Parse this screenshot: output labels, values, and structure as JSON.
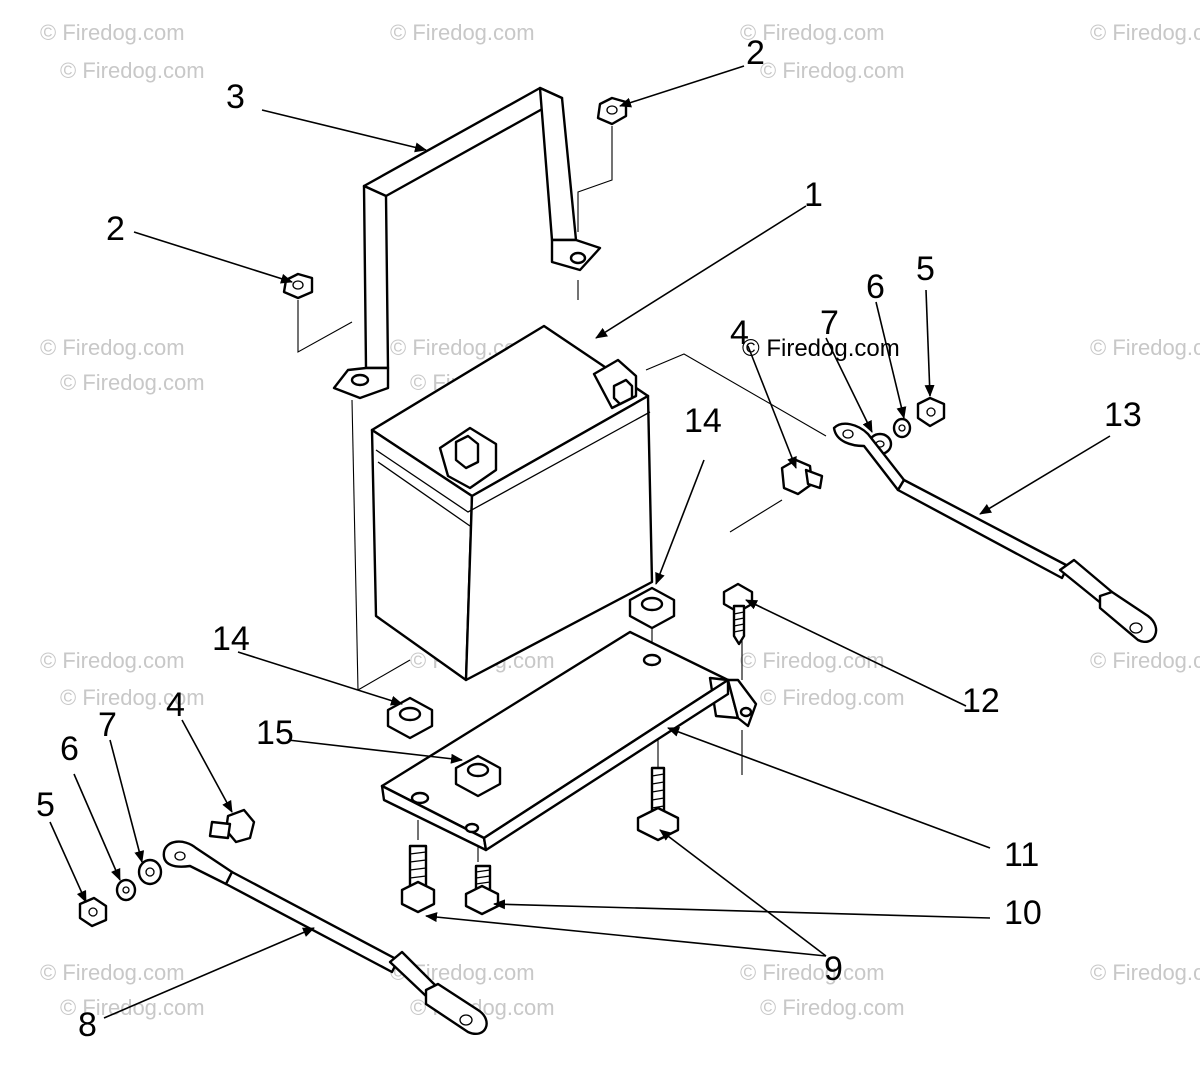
{
  "watermark": {
    "text": "© Firedog.com",
    "inline_text": "© Firedog.com"
  },
  "callouts": {
    "c1": "1",
    "c2a": "2",
    "c2b": "2",
    "c3": "3",
    "c4a": "4",
    "c4b": "4",
    "c5a": "5",
    "c5b": "5",
    "c6a": "6",
    "c6b": "6",
    "c7a": "7",
    "c7b": "7",
    "c8": "8",
    "c9": "9",
    "c10": "10",
    "c11": "11",
    "c12": "12",
    "c13": "13",
    "c14a": "14",
    "c14b": "14",
    "c15": "15"
  }
}
